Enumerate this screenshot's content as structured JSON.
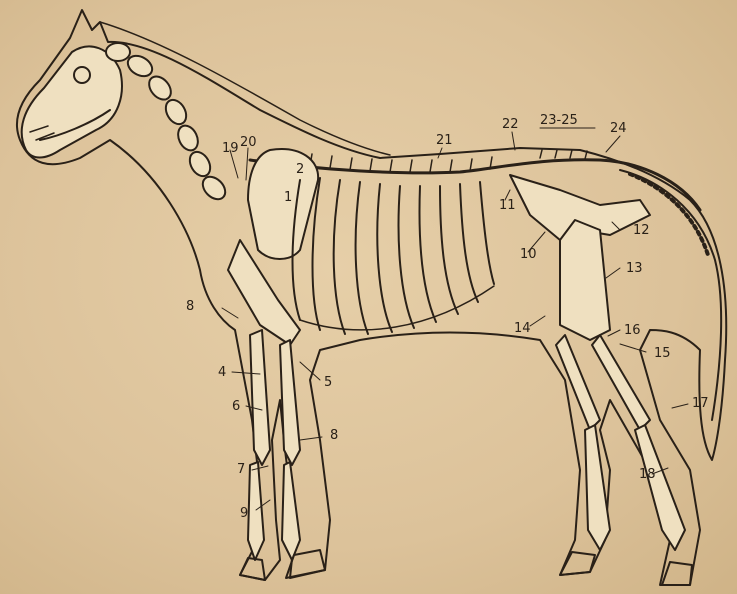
{
  "figure": {
    "subject": "horse-skeleton-diagram",
    "labels": [
      "1",
      "2",
      "4",
      "5",
      "6",
      "7",
      "8",
      "8",
      "9",
      "10",
      "11",
      "12",
      "13",
      "14",
      "15",
      "16",
      "17",
      "18",
      "19",
      "20",
      "21",
      "22",
      "23-25",
      "24"
    ],
    "colors": {
      "paper": "#dcc39a",
      "ink": "#2a2118",
      "bone": "#efe0c0"
    }
  }
}
